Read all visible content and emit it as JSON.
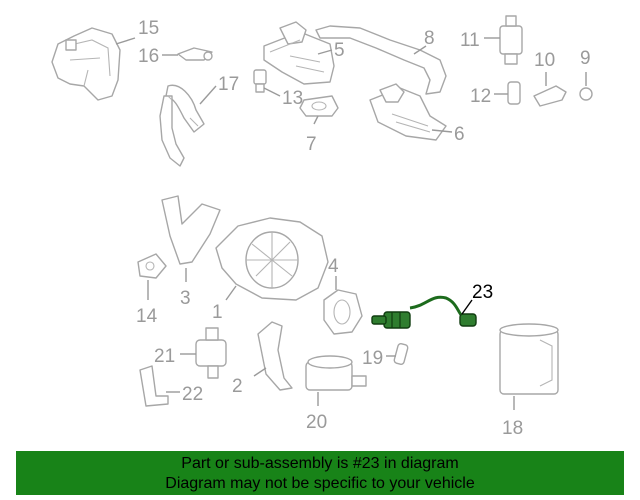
{
  "labels": {
    "p1": "1",
    "p2": "2",
    "p3": "3",
    "p4": "4",
    "p5": "5",
    "p6": "6",
    "p7": "7",
    "p8": "8",
    "p9": "9",
    "p10": "10",
    "p11": "11",
    "p12": "12",
    "p13": "13",
    "p14": "14",
    "p15": "15",
    "p16": "16",
    "p17": "17",
    "p18": "18",
    "p19": "19",
    "p20": "20",
    "p21": "21",
    "p22": "22",
    "p23": "23"
  },
  "highlighted_part": "23",
  "banner": {
    "line1": "Part or sub-assembly is #23 in diagram",
    "line2": "Diagram may not be specific to your vehicle"
  },
  "colors": {
    "banner_bg": "#188318",
    "highlight_part": "#1d6b1d",
    "parts_gray": "#a7a7a7"
  }
}
